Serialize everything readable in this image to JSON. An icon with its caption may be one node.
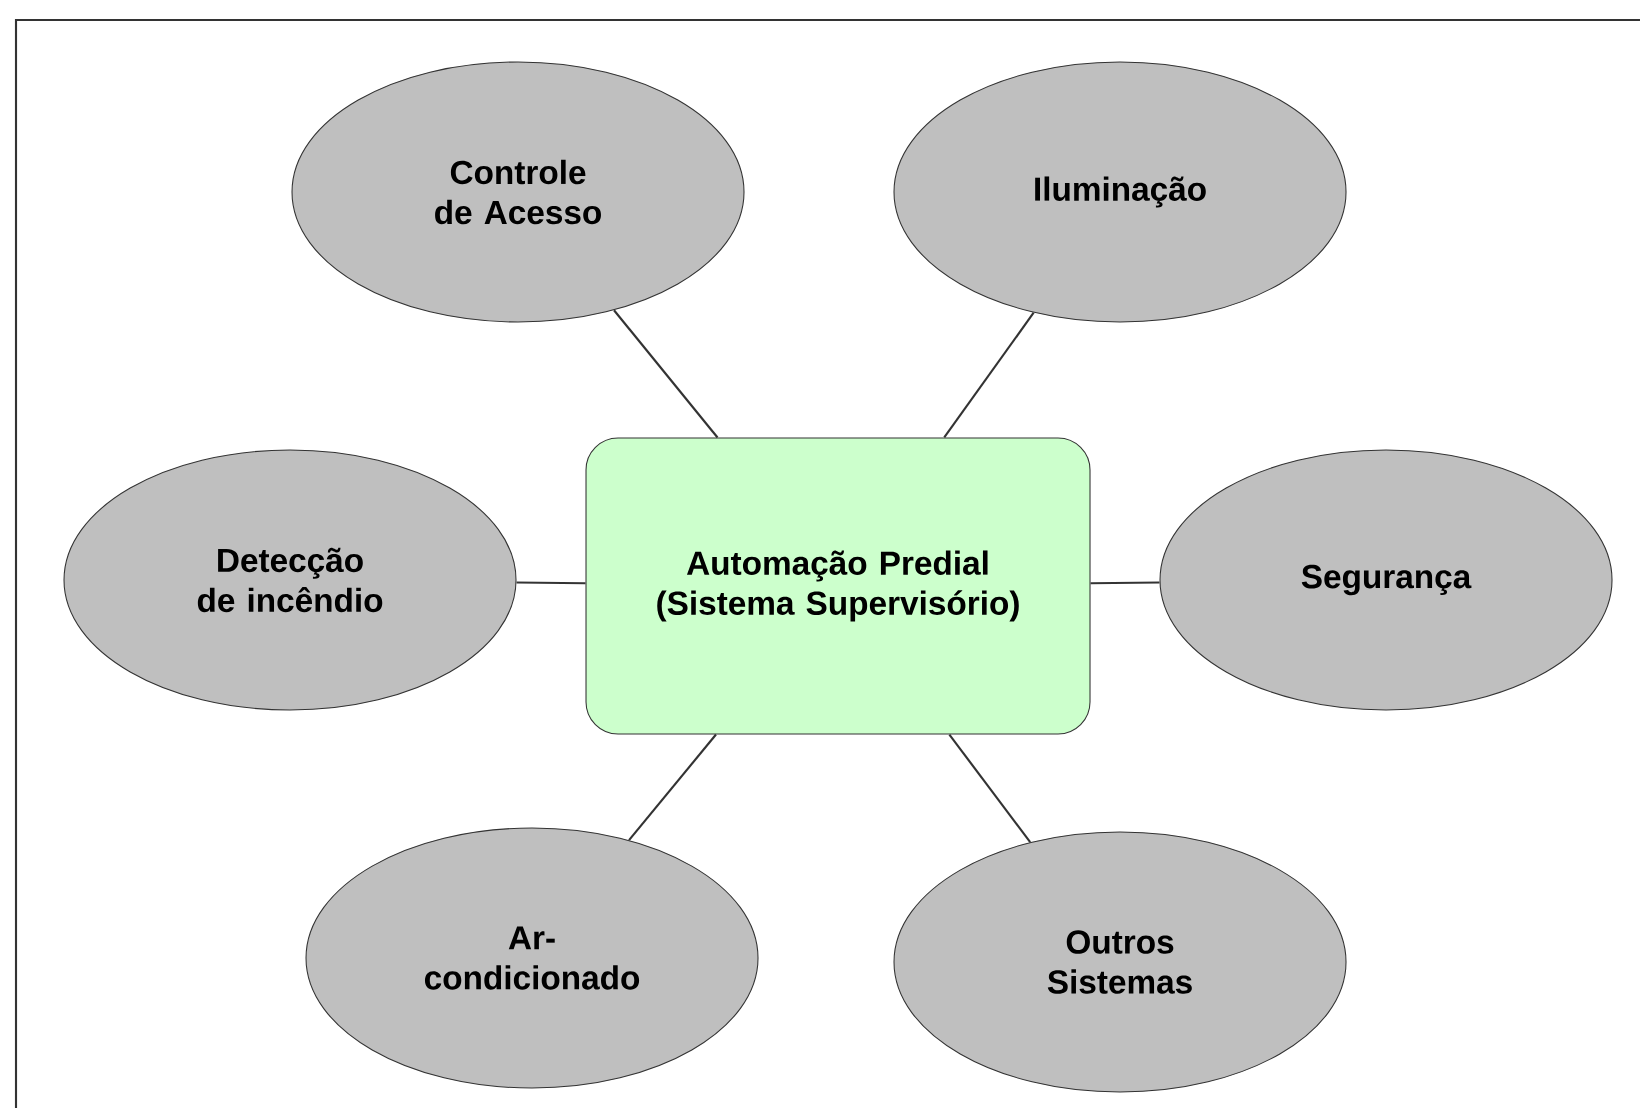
{
  "diagram": {
    "nodes": [
      {
        "text": [
          "Controle de Acesso"
        ]
      },
      {
        "text": [
          "Iluminação"
        ]
      },
      {
        "text": [
          "Detecção de incêndio"
        ]
      },
      {
        "text": [
          "Automação Predial (Sistema Supervisório)"
        ]
      },
      {
        "text": [
          "Segurança"
        ]
      },
      {
        "text": [
          "Ar- condicionado"
        ]
      },
      {
        "text": [
          "Outros Sistemas"
        ]
      }
    ],
    "edges": [
      {
        "from": 3,
        "to": 0,
        "arrow": "none"
      },
      {
        "from": 3,
        "to": 1,
        "arrow": "none"
      },
      {
        "from": 3,
        "to": 2,
        "arrow": "none"
      },
      {
        "from": 3,
        "to": 4,
        "arrow": "none"
      },
      {
        "from": 3,
        "to": 5,
        "arrow": "none"
      },
      {
        "from": 3,
        "to": 6,
        "arrow": "none"
      }
    ]
  }
}
